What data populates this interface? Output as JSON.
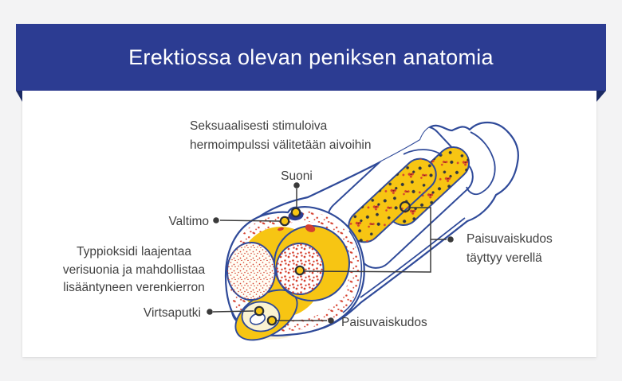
{
  "title": "Erektiossa olevan peniksen anatomia",
  "labels": {
    "stimulus_line1": "Seksuaalisesti stimuloiva",
    "stimulus_line2": "hermoimpulssi välitetään aivoihin",
    "vein": "Suoni",
    "artery": "Valtimo",
    "nitric_line1": "Typpioksidi laajentaa",
    "nitric_line2": "verisuonia ja mahdollistaa",
    "nitric_line3": "lisääntyneen verenkierron",
    "urethra": "Virtsaputki",
    "erectile_tissue": "Paisuvaiskudos",
    "erectile_fill_line1": "Paisuvaiskudos",
    "erectile_fill_line2": "täyttyy verellä"
  },
  "colors": {
    "banner_blue": "#2c3c92",
    "banner_fold": "#1b2a64",
    "outline_blue": "#2f4a99",
    "tissue_yellow": "#f7c513",
    "blood_red": "#d5402e",
    "cream": "#fbf3d2",
    "label_text": "#414141",
    "page_background": "#f3f3f4",
    "card_background": "#ffffff"
  }
}
